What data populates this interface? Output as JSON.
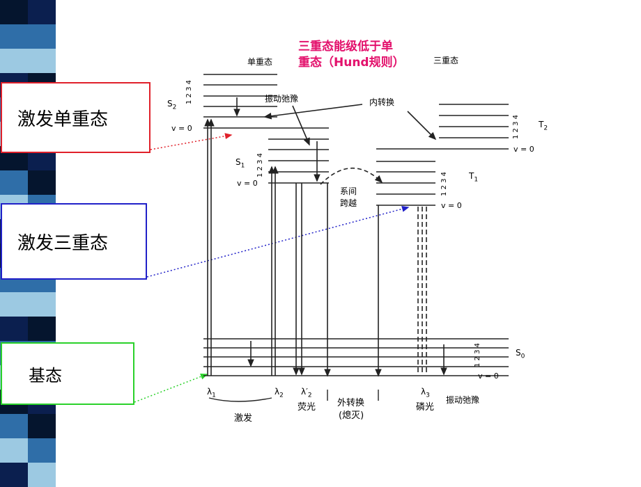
{
  "decoration": {
    "colors": {
      "navy": "#0b1f4f",
      "blue": "#2f6ea8",
      "light": "#9cc9e2",
      "dark": "#05152e"
    }
  },
  "callouts": {
    "excited_singlet": "激发单重态",
    "excited_triplet": "激发三重态",
    "ground_state": "基态",
    "note_line1": "三重态能级低于单",
    "note_line2": "重态（Hund规则）"
  },
  "diagram": {
    "singlet_header": "单重态",
    "triplet_header": "三重态",
    "S2": "S",
    "S2_sub": "2",
    "S1": "S",
    "S1_sub": "1",
    "S0": "S",
    "S0_sub": "0",
    "T2": "T",
    "T2_sub": "2",
    "T1": "T",
    "T1_sub": "1",
    "v_levels": "1 2 3 4",
    "v_zero": "v = 0",
    "vib_relax_top": "振动弛豫",
    "internal_conversion": "内转换",
    "isc_line1": "系间",
    "isc_line2": "跨越",
    "lambda1": "λ",
    "lambda1_sub": "1",
    "lambda2": "λ",
    "lambda2_sub": "2",
    "lambda2p": "λ′",
    "lambda2p_sub": "2",
    "lambda3": "λ",
    "lambda3_sub": "3",
    "excitation": "激发",
    "fluorescence": "荧光",
    "ext_conv_line1": "外转换",
    "ext_conv_line2": "(熄灭)",
    "phosphorescence": "磷光",
    "vib_relax_bottom": "振动弛豫"
  }
}
